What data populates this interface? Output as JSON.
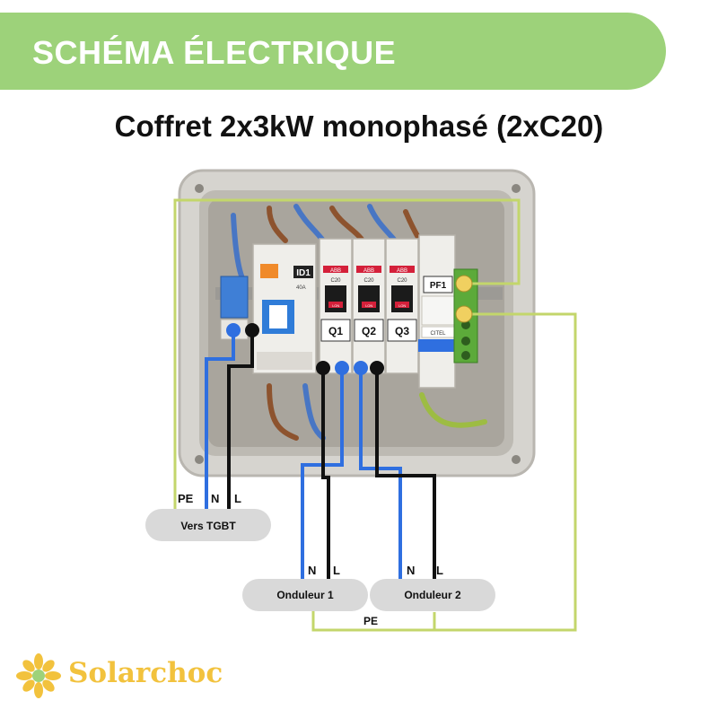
{
  "header": {
    "title": "SCHÉMA ÉLECTRIQUE",
    "subtitle": "Coffret 2x3kW monophasé (2xC20)"
  },
  "colors": {
    "banner": "#9dd27a",
    "neutral": "#2f6fe0",
    "live": "#111111",
    "earth": "#c3d66b",
    "logo": "#f2c23d"
  },
  "box": {
    "id1_label": "ID1",
    "id1_rating": "40A",
    "breakers": [
      {
        "label": "Q1",
        "rating": "C20"
      },
      {
        "label": "Q2",
        "rating": "C20"
      },
      {
        "label": "Q3",
        "rating": "C20"
      }
    ],
    "brand": "ABB",
    "breaker_state": "I-ON",
    "spd_label": "PF1",
    "spd_brand": "CITEL"
  },
  "wiring": {
    "tgbt": {
      "pe": "PE",
      "n": "N",
      "l": "L",
      "label": "Vers TGBT"
    },
    "onduleur1": {
      "n": "N",
      "l": "L",
      "label": "Onduleur 1"
    },
    "onduleur2": {
      "n": "N",
      "l": "L",
      "label": "Onduleur 2"
    },
    "pe_bottom": "PE"
  },
  "logo": {
    "text": "Solarchoc",
    "icon": "sun-flower-icon"
  }
}
